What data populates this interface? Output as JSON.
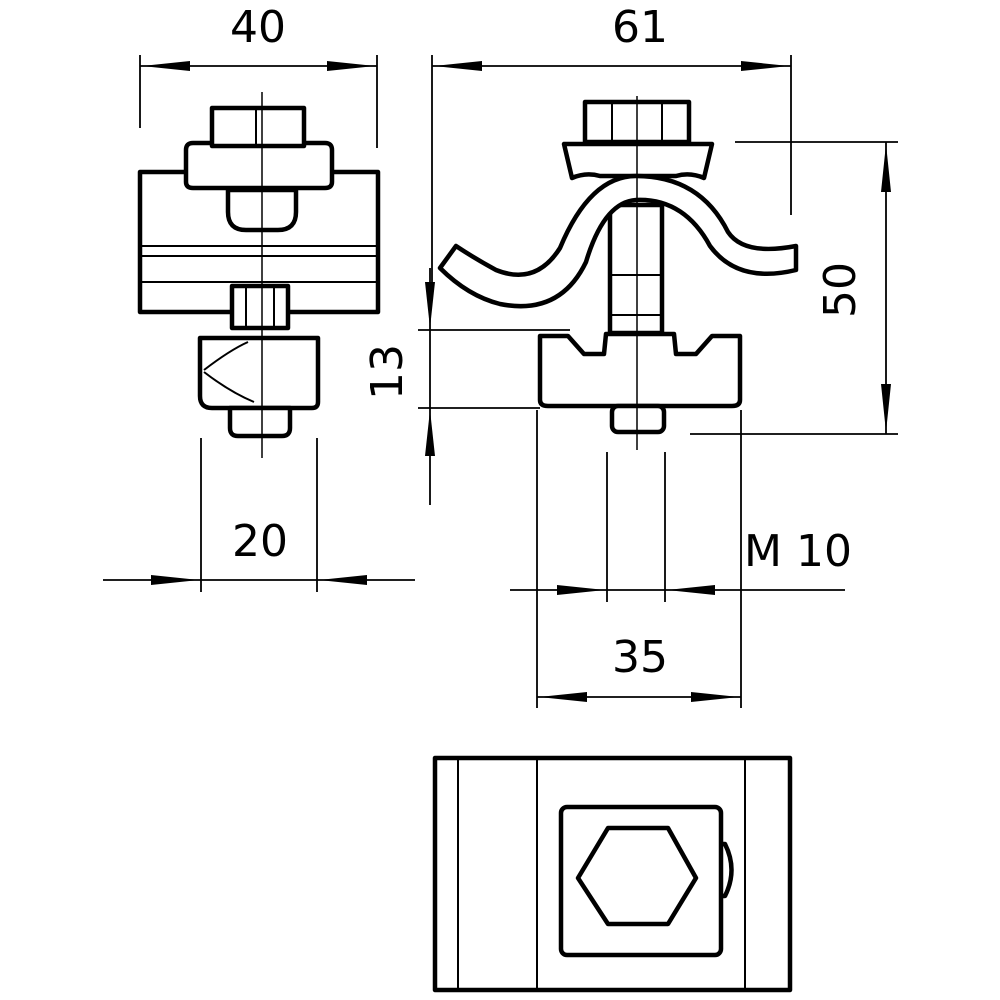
{
  "dimensions": {
    "width_top": "40",
    "width_overall": "61",
    "height_total": "50",
    "height_base": "13",
    "bolt_spacing_left": "20",
    "thread": "M 10",
    "base_width": "35"
  },
  "colors": {
    "line": "#000000",
    "background": "#ffffff"
  }
}
